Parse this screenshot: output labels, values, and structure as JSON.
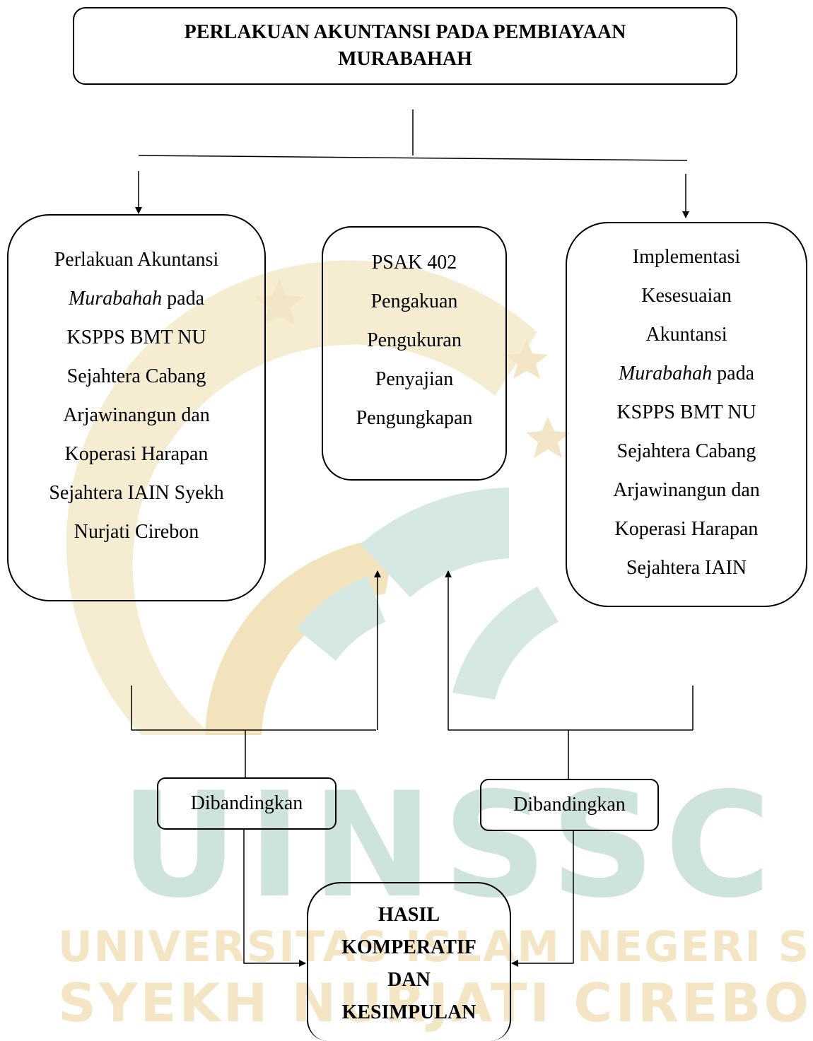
{
  "title": [
    "PERLAKUAN AKUNTANSI PADA PEMBIAYAAN",
    "MURABAHAH"
  ],
  "left_box": [
    {
      "text": "Perlakuan Akuntansi"
    },
    {
      "italic": "Murabahah",
      "text": " pada"
    },
    {
      "text": "KSPPS BMT NU"
    },
    {
      "text": "Sejahtera Cabang"
    },
    {
      "text": "Arjawinangun dan"
    },
    {
      "text": "Koperasi Harapan"
    },
    {
      "text": "Sejahtera IAIN Syekh"
    },
    {
      "text": "Nurjati Cirebon"
    }
  ],
  "middle_box": [
    "PSAK 402",
    "Pengakuan",
    "Pengukuran",
    "Penyajian",
    "Pengungkapan"
  ],
  "right_box": [
    {
      "text": "Implementasi"
    },
    {
      "text": "Kesesuaian"
    },
    {
      "text": "Akuntansi"
    },
    {
      "italic": "Murabahah",
      "text": " pada"
    },
    {
      "text": "KSPPS BMT NU"
    },
    {
      "text": "Sejahtera Cabang"
    },
    {
      "text": "Arjawinangun dan"
    },
    {
      "text": "Koperasi Harapan"
    },
    {
      "text": "Sejahtera IAIN"
    }
  ],
  "compare_left": "Dibandingkan",
  "compare_right": "Dibandingkan",
  "result": [
    "HASIL",
    "KOMPERATIF",
    "DAN",
    "KESIMPULAN"
  ],
  "watermark": {
    "big": "UINSSC",
    "line1": "UNIVERSITAS ISLAM NEGERI SIBER",
    "line2": "SYEKH NURJATI CIREBON",
    "colors": {
      "teal": "#cfe3de",
      "gold": "#f4e6c4"
    }
  }
}
